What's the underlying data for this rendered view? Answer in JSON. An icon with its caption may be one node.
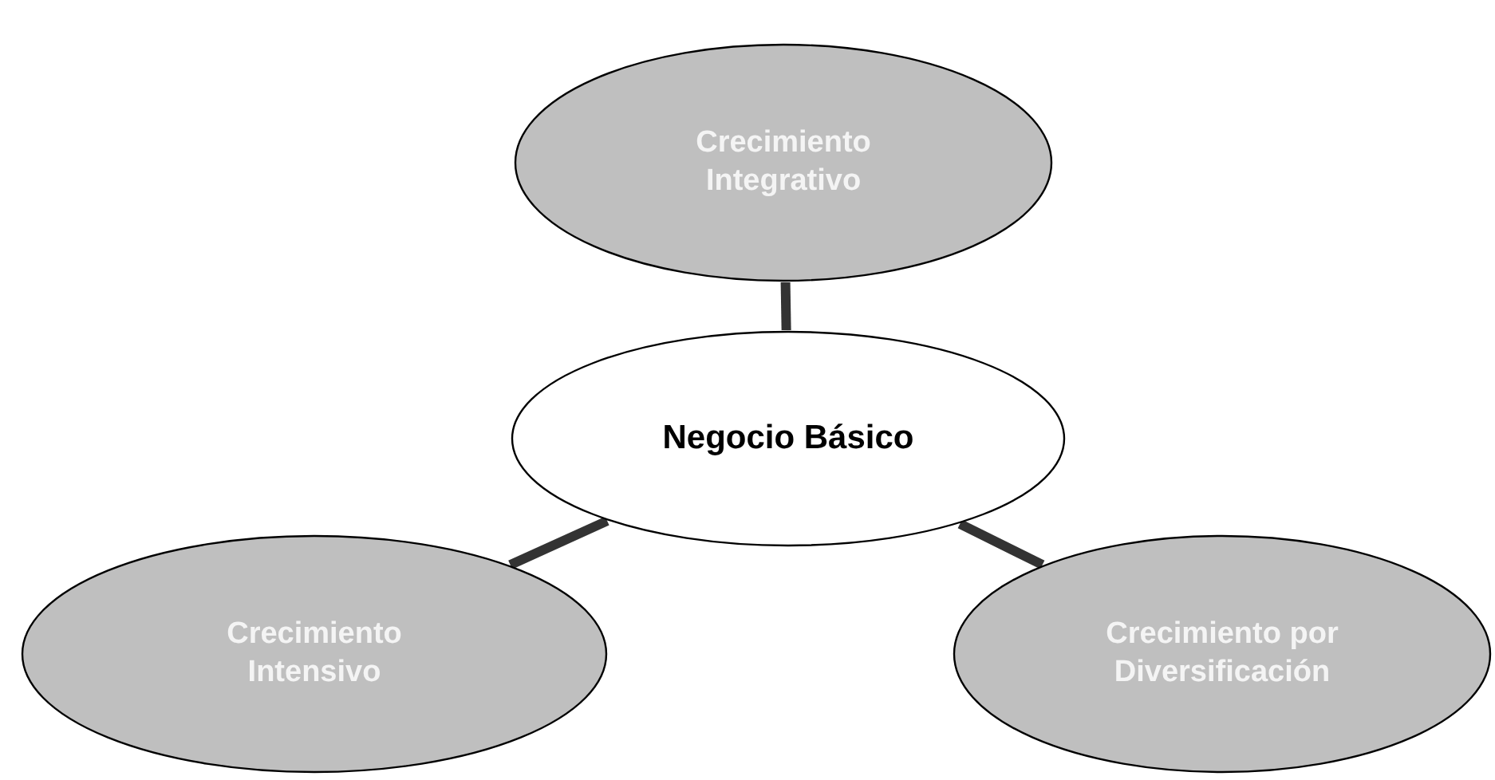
{
  "diagram": {
    "nodes": [
      {
        "text": [
          "Crecimiento Integrativo"
        ]
      },
      {
        "text": [
          "Negocio Básico"
        ]
      },
      {
        "text": [
          "Crecimiento Intensivo"
        ]
      },
      {
        "text": [
          "Crecimiento por Diversificación"
        ]
      }
    ],
    "edges": [
      {
        "from": 1,
        "to": 0,
        "arrow": "none"
      },
      {
        "from": 1,
        "to": 2,
        "arrow": "none"
      },
      {
        "from": 1,
        "to": 3,
        "arrow": "none"
      }
    ]
  }
}
